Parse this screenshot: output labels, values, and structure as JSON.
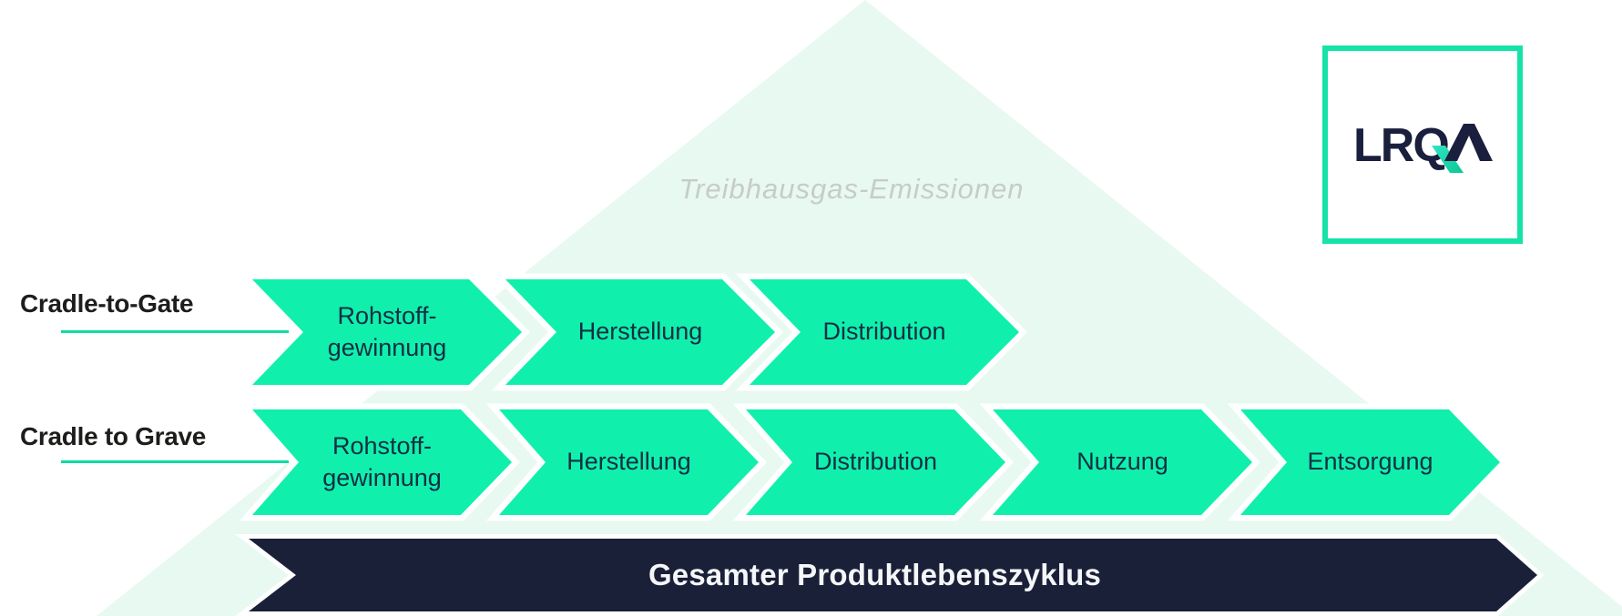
{
  "background": {
    "watermark": "Treibhausgas-Emissionen",
    "triangle_color": "#e7f9f1"
  },
  "logo": {
    "brand": "LRQA",
    "letters": "LRQ"
  },
  "rows": [
    {
      "label": "Cradle-to-Gate",
      "stages": [
        "Rohstoff-gewinnung",
        "Herstellung",
        "Distribution"
      ]
    },
    {
      "label": "Cradle to Grave",
      "stages": [
        "Rohstoff-gewinnung",
        "Herstellung",
        "Distribution",
        "Nutzung",
        "Entsorgung"
      ]
    }
  ],
  "footer": {
    "label": "Gesamter Produktlebenszyklus"
  },
  "colors": {
    "arrow_teal": "#10f0ac",
    "triangle_mint": "#e7f9f1",
    "banner_navy": "#1a2038",
    "underline_teal": "#0edca2",
    "watermark_gray": "#c7cbca",
    "logo_navy": "#1a1f3d",
    "logo_border_teal": "#15e3a7"
  }
}
